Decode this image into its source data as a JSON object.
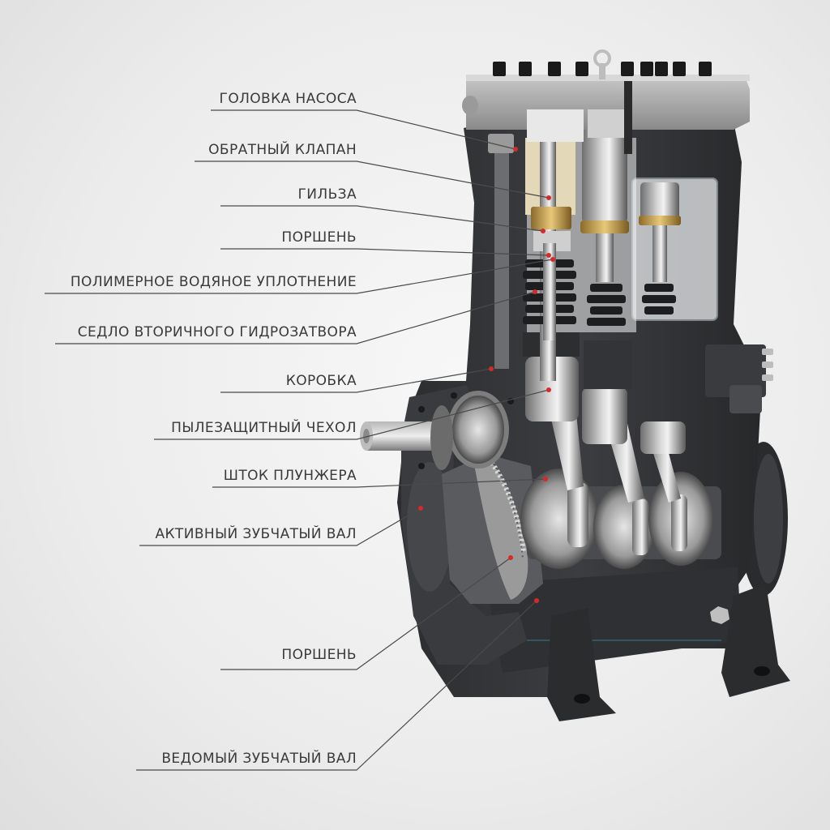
{
  "labels": [
    {
      "id": "pump-head",
      "text": "ГОЛОВКА НАСОСА"
    },
    {
      "id": "check-valve",
      "text": "ОБРАТНЫЙ КЛАПАН"
    },
    {
      "id": "sleeve",
      "text": "ГИЛЬЗА"
    },
    {
      "id": "piston-upper",
      "text": "ПОРШЕНЬ"
    },
    {
      "id": "polymer-seal",
      "text": "ПОЛИМЕРНОЕ ВОДЯНОЕ УПЛОТНЕНИЕ"
    },
    {
      "id": "secondary-seal-seat",
      "text": "СЕДЛО ВТОРИЧНОГО ГИДРОЗАТВОРА"
    },
    {
      "id": "housing",
      "text": "КОРОБКА"
    },
    {
      "id": "dust-cover",
      "text": "ПЫЛЕЗАЩИТНЫЙ ЧЕХОЛ"
    },
    {
      "id": "plunger-rod",
      "text": "ШТОК ПЛУНЖЕРА"
    },
    {
      "id": "drive-gear-shaft",
      "text": "АКТИВНЫЙ ЗУБЧАТЫЙ ВАЛ"
    },
    {
      "id": "piston-lower",
      "text": "ПОРШЕНЬ"
    },
    {
      "id": "driven-gear-shaft",
      "text": "ВЕДОМЫЙ ЗУБЧАТЫЙ ВАЛ"
    }
  ],
  "colors": {
    "marker": "#d42a2a",
    "leader_line": "#4a4a4a",
    "text": "#3a3a3a"
  }
}
